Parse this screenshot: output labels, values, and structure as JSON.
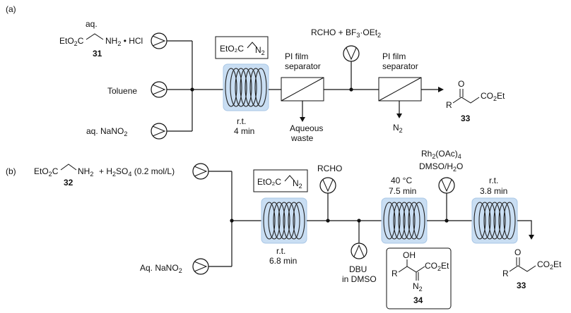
{
  "panel_a": {
    "label": "(a)",
    "reagent_top_aq": "aq.",
    "reagent_top_formula": "EtO",
    "reagent_top_sub": "2",
    "reagent_top_formula2": "C",
    "reagent_top_amine": "NH",
    "reagent_top_amine_sub": "2",
    "reagent_top_salt": " • HCl",
    "reagent_top_number": "31",
    "reagent_mid": "Toluene",
    "reagent_bottom": "aq. NaNO",
    "reagent_bottom_sub": "2",
    "intermediate_box": "EtO₂C",
    "intermediate_n2": "N",
    "intermediate_n2_sub": "2",
    "coil_cond_1": "r.t.",
    "coil_cond_2": "4 min",
    "sep1_label_1": "PI film",
    "sep1_label_2": "separator",
    "sep1_out_1": "Aqueous",
    "sep1_out_2": "waste",
    "reagent_add": "RCHO + BF",
    "reagent_add_sub": "3",
    "reagent_add_tail": "·OEt",
    "reagent_add_sub2": "2",
    "sep2_label_1": "PI film",
    "sep2_label_2": "separator",
    "sep2_out": "N",
    "sep2_out_sub": "2",
    "product_o": "O",
    "product_r": "R",
    "product_ester": "CO",
    "product_ester_sub": "2",
    "product_ester_tail": "Et",
    "product_number": "33"
  },
  "panel_b": {
    "label": "(b)",
    "reagent_top_formula": "EtO",
    "reagent_top_sub": "2",
    "reagent_top_formula2": "C",
    "reagent_top_amine": "NH",
    "reagent_top_amine_sub": "2",
    "reagent_top_plus": "+  H",
    "reagent_top_acid_sub": "2",
    "reagent_top_acid": "SO",
    "reagent_top_acid_sub2": "4",
    "reagent_top_conc": " (0.2 mol/L)",
    "reagent_top_number": "32",
    "reagent_bottom": "Aq. NaNO",
    "reagent_bottom_sub": "2",
    "intermediate_box": "EtO₂C",
    "intermediate_n2": "N",
    "intermediate_n2_sub": "2",
    "coil1_cond_1": "r.t.",
    "coil1_cond_2": "6.8 min",
    "reagent_rcho": "RCHO",
    "reagent_dbu_1": "DBU",
    "reagent_dbu_2": "in DMSO",
    "coil2_cond_1": "40 °C",
    "coil2_cond_2": "7.5 min",
    "cat_1": "Rh",
    "cat_1_sub": "2",
    "cat_1_tail": "(OAc)",
    "cat_1_sub2": "4",
    "cat_2": "DMSO/H",
    "cat_2_sub": "2",
    "cat_2_tail": "O",
    "coil3_cond_1": "r.t.",
    "coil3_cond_2": "3.8 min",
    "int34_oh": "OH",
    "int34_r": "R",
    "int34_ester": "CO",
    "int34_ester_sub": "2",
    "int34_ester_tail": "Et",
    "int34_n2": "N",
    "int34_n2_sub": "2",
    "int34_number": "34",
    "product_o": "O",
    "product_r": "R",
    "product_ester": "CO",
    "product_ester_sub": "2",
    "product_ester_tail": "Et",
    "product_number": "33"
  }
}
